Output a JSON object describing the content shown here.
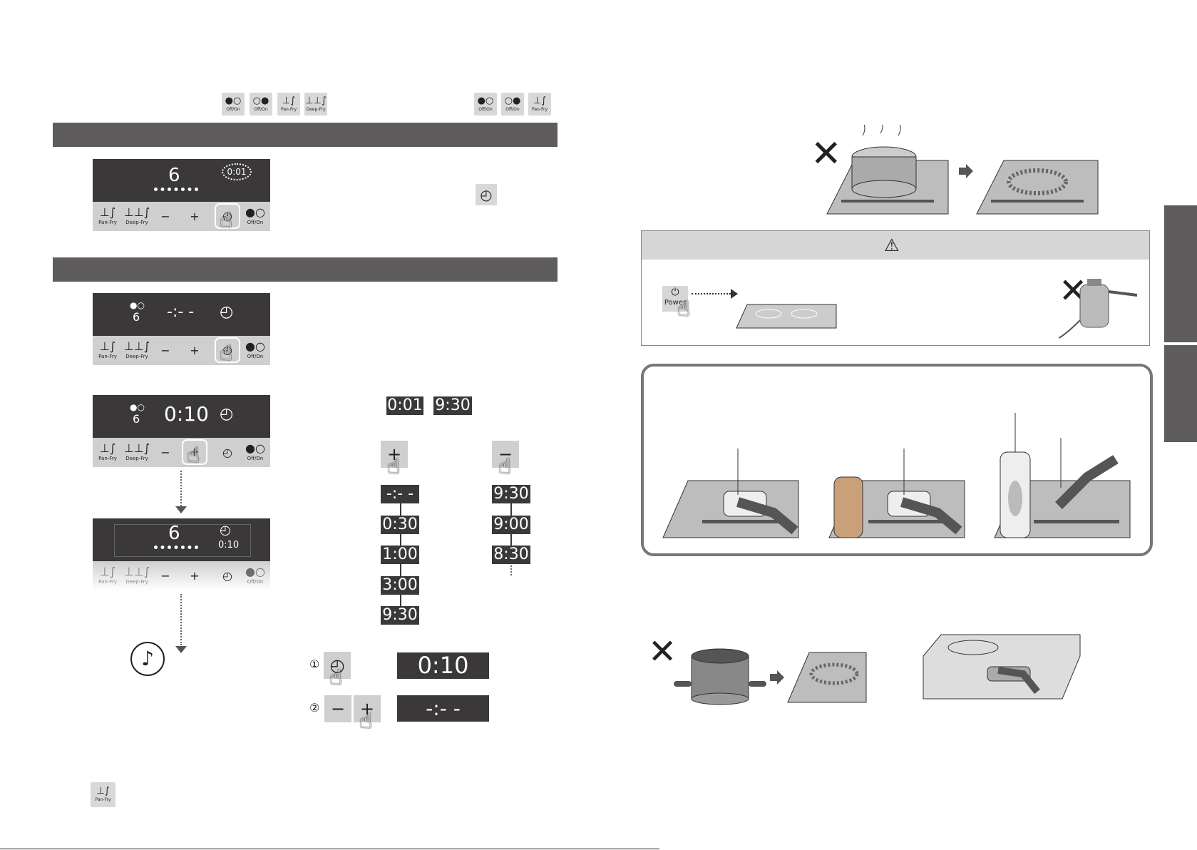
{
  "header_keys_left": [
    {
      "symbol": "●○",
      "label": "Off/On"
    },
    {
      "symbol": "○●",
      "label": "Off/On"
    },
    {
      "symbol": "⊥∫",
      "label": "Pan-Fry"
    },
    {
      "symbol": "⊥⊥∫",
      "label": "Deep-Fry"
    }
  ],
  "header_keys_right": [
    {
      "symbol": "●○",
      "label": "Off/On"
    },
    {
      "symbol": "○●",
      "label": "Off/On"
    },
    {
      "symbol": "⊥∫",
      "label": "Pan-Fry"
    }
  ],
  "panel1": {
    "level": "6",
    "timer": "0:01"
  },
  "panel2": {
    "indicator": "●○",
    "level": "6",
    "timer": "-:- -"
  },
  "panel3": {
    "indicator": "●○",
    "level": "6",
    "timer": "0:10"
  },
  "panel4": {
    "level": "6",
    "timer": "0:10"
  },
  "panel_keys": {
    "pan_fry": {
      "symbol": "⊥∫",
      "label": "Pan-Fry"
    },
    "deep_fry": {
      "symbol": "⊥⊥∫",
      "label": "Deep-Fry"
    },
    "minus": "−",
    "plus": "+",
    "timer": "◴",
    "off_on": {
      "symbol": "●○",
      "label": "Off/On"
    }
  },
  "range_tiles": {
    "min": "0:01",
    "max": "9:30"
  },
  "plus_sequence": [
    "-:- -",
    "0:30",
    "1:00",
    "3:00",
    "9:30"
  ],
  "minus_sequence": [
    "9:30",
    "9:00",
    "8:30"
  ],
  "cancel_steps": {
    "step1_num": "①",
    "step2_num": "②",
    "display1": "0:10",
    "display2": "-:- -"
  },
  "bottom_key": {
    "symbol": "⊥∫",
    "label": "Pan-Fry"
  },
  "warning": {
    "power_label": "Power"
  },
  "icons": {
    "timer_icon": "◴",
    "music_note": "♪",
    "warning": "⚠",
    "cross": "✕"
  }
}
